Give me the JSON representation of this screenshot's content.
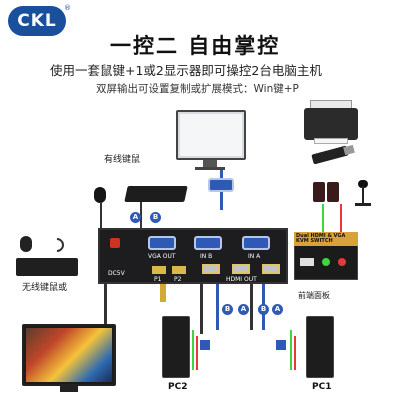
{
  "brand": {
    "logo": "CKL",
    "registered": "®"
  },
  "header": {
    "title": "一控二 自由掌控",
    "subtitle": "使用一套鼠键+1或2显示器即可操控2台电脑主机",
    "subtitle2": "双屏输出可设置复制或扩展模式：Win键+P"
  },
  "labels": {
    "wired_kbm": "有线键鼠",
    "wireless_kbm": "无线键鼠或",
    "front_panel": "前端面板",
    "pc1": "PC1",
    "pc2": "PC2",
    "front_panel_product": "Dual HDMI & VGA KVM SWITCH"
  },
  "kvm_ports": {
    "vga_out": "VGA OUT",
    "in_b": "IN B",
    "in_a": "IN A",
    "hdmi_out": "HDMI OUT",
    "p1": "P1",
    "p2": "P2",
    "dc5v": "DC5V"
  },
  "badges": {
    "a": "A",
    "b": "B"
  },
  "colors": {
    "brand_blue": "#1a4f9c",
    "port_blue": "#2f59b5",
    "front_gold": "#d9a13a",
    "jack_green": "#3bd640",
    "jack_red": "#e63838"
  }
}
